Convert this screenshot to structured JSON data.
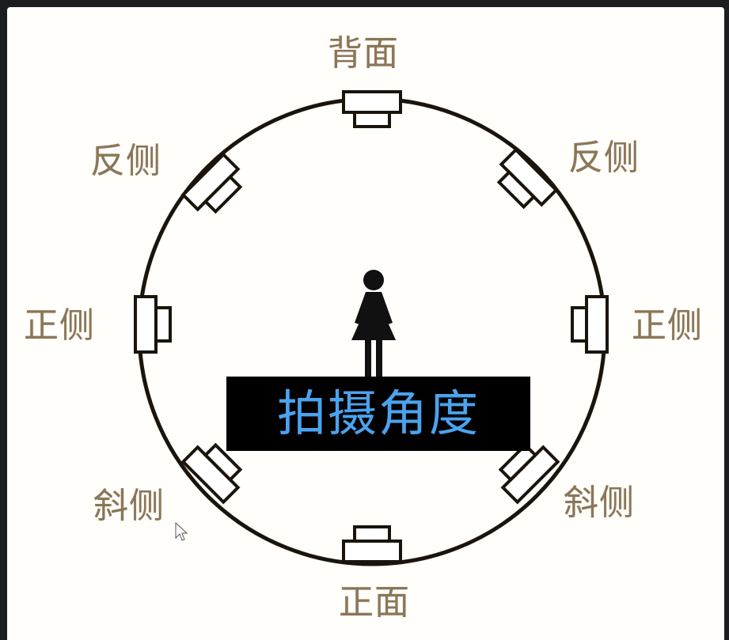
{
  "diagram": {
    "labels": {
      "top": "背面",
      "upper_left": "反侧",
      "upper_right": "反侧",
      "left": "正侧",
      "right": "正侧",
      "lower_left": "斜侧",
      "lower_right": "斜侧",
      "bottom": "正面"
    },
    "caption": "拍摄角度",
    "colors": {
      "label": "#8a7657",
      "caption_text": "#4aa3ef",
      "caption_background": "#000000",
      "line": "#1a140c"
    },
    "icons": [
      "person-icon",
      "camera-icon",
      "mouse-cursor-icon"
    ]
  }
}
